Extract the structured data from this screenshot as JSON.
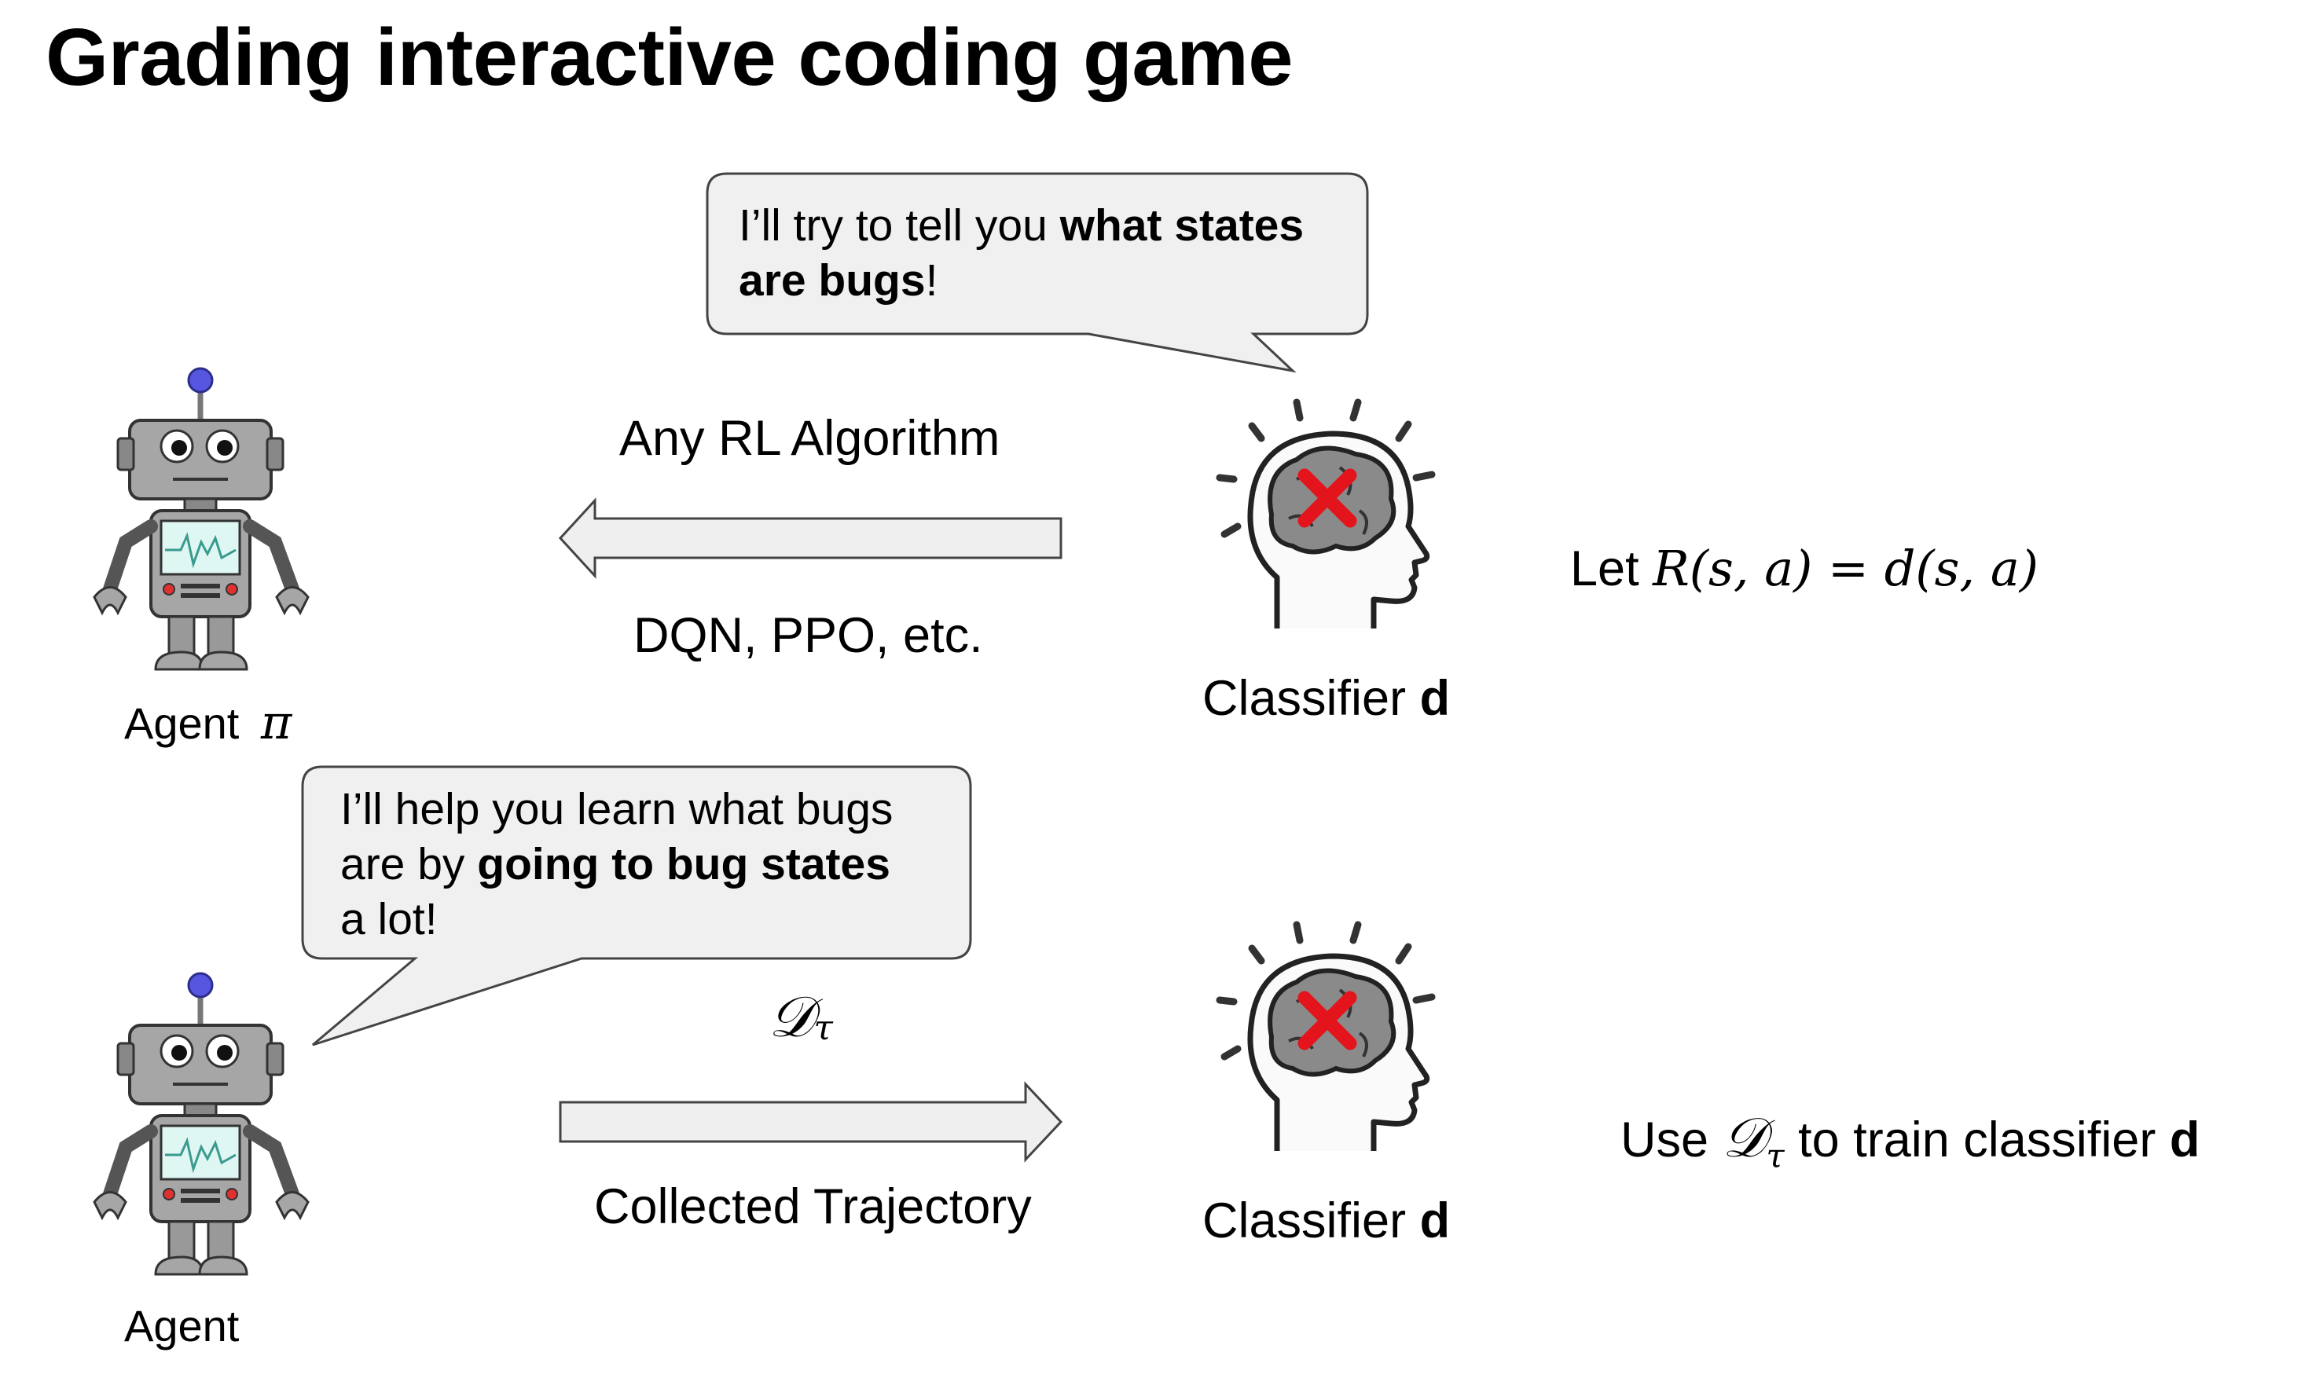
{
  "title": "Grading interactive coding game",
  "top": {
    "bubble": {
      "part1": "I’ll try to tell you ",
      "bold1": "what states",
      "bold2": "are bugs",
      "part2": "!"
    },
    "arrow_label_top": "Any RL Algorithm",
    "arrow_label_bottom": "DQN, PPO, etc.",
    "agent_label": "Agent",
    "agent_symbol": "π",
    "classifier_label": "Classifier ",
    "classifier_symbol": "d",
    "reward_prefix": "Let ",
    "reward_formula": "R(s, a) = d(s, a)"
  },
  "bottom": {
    "bubble": {
      "line1": "I’ll help you learn what bugs",
      "line2_part1": "are by ",
      "line2_bold": "going to bug states",
      "line3": "a lot!"
    },
    "dataset_symbol": "𝒟",
    "dataset_sub": "τ",
    "arrow_label_bottom": "Collected Trajectory",
    "agent_label": "Agent",
    "classifier_label": "Classifier ",
    "classifier_symbol": "d",
    "use_prefix": "Use ",
    "use_suffix": " to train classifier ",
    "use_symbol": "d"
  },
  "icons": {
    "robot": "robot-icon",
    "head": "head-silhouette-icon",
    "brain": "brain-icon",
    "cross": "red-x-icon"
  },
  "colors": {
    "bubble_fill": "#f0f0f0",
    "bubble_stroke": "#444444",
    "arrow_fill": "#efefef",
    "cross": "#e3141c",
    "brain": "#8a8a8a",
    "robot_body": "#a6a6a6",
    "robot_antenna": "#5656e0",
    "screen": "#dff7f3"
  }
}
